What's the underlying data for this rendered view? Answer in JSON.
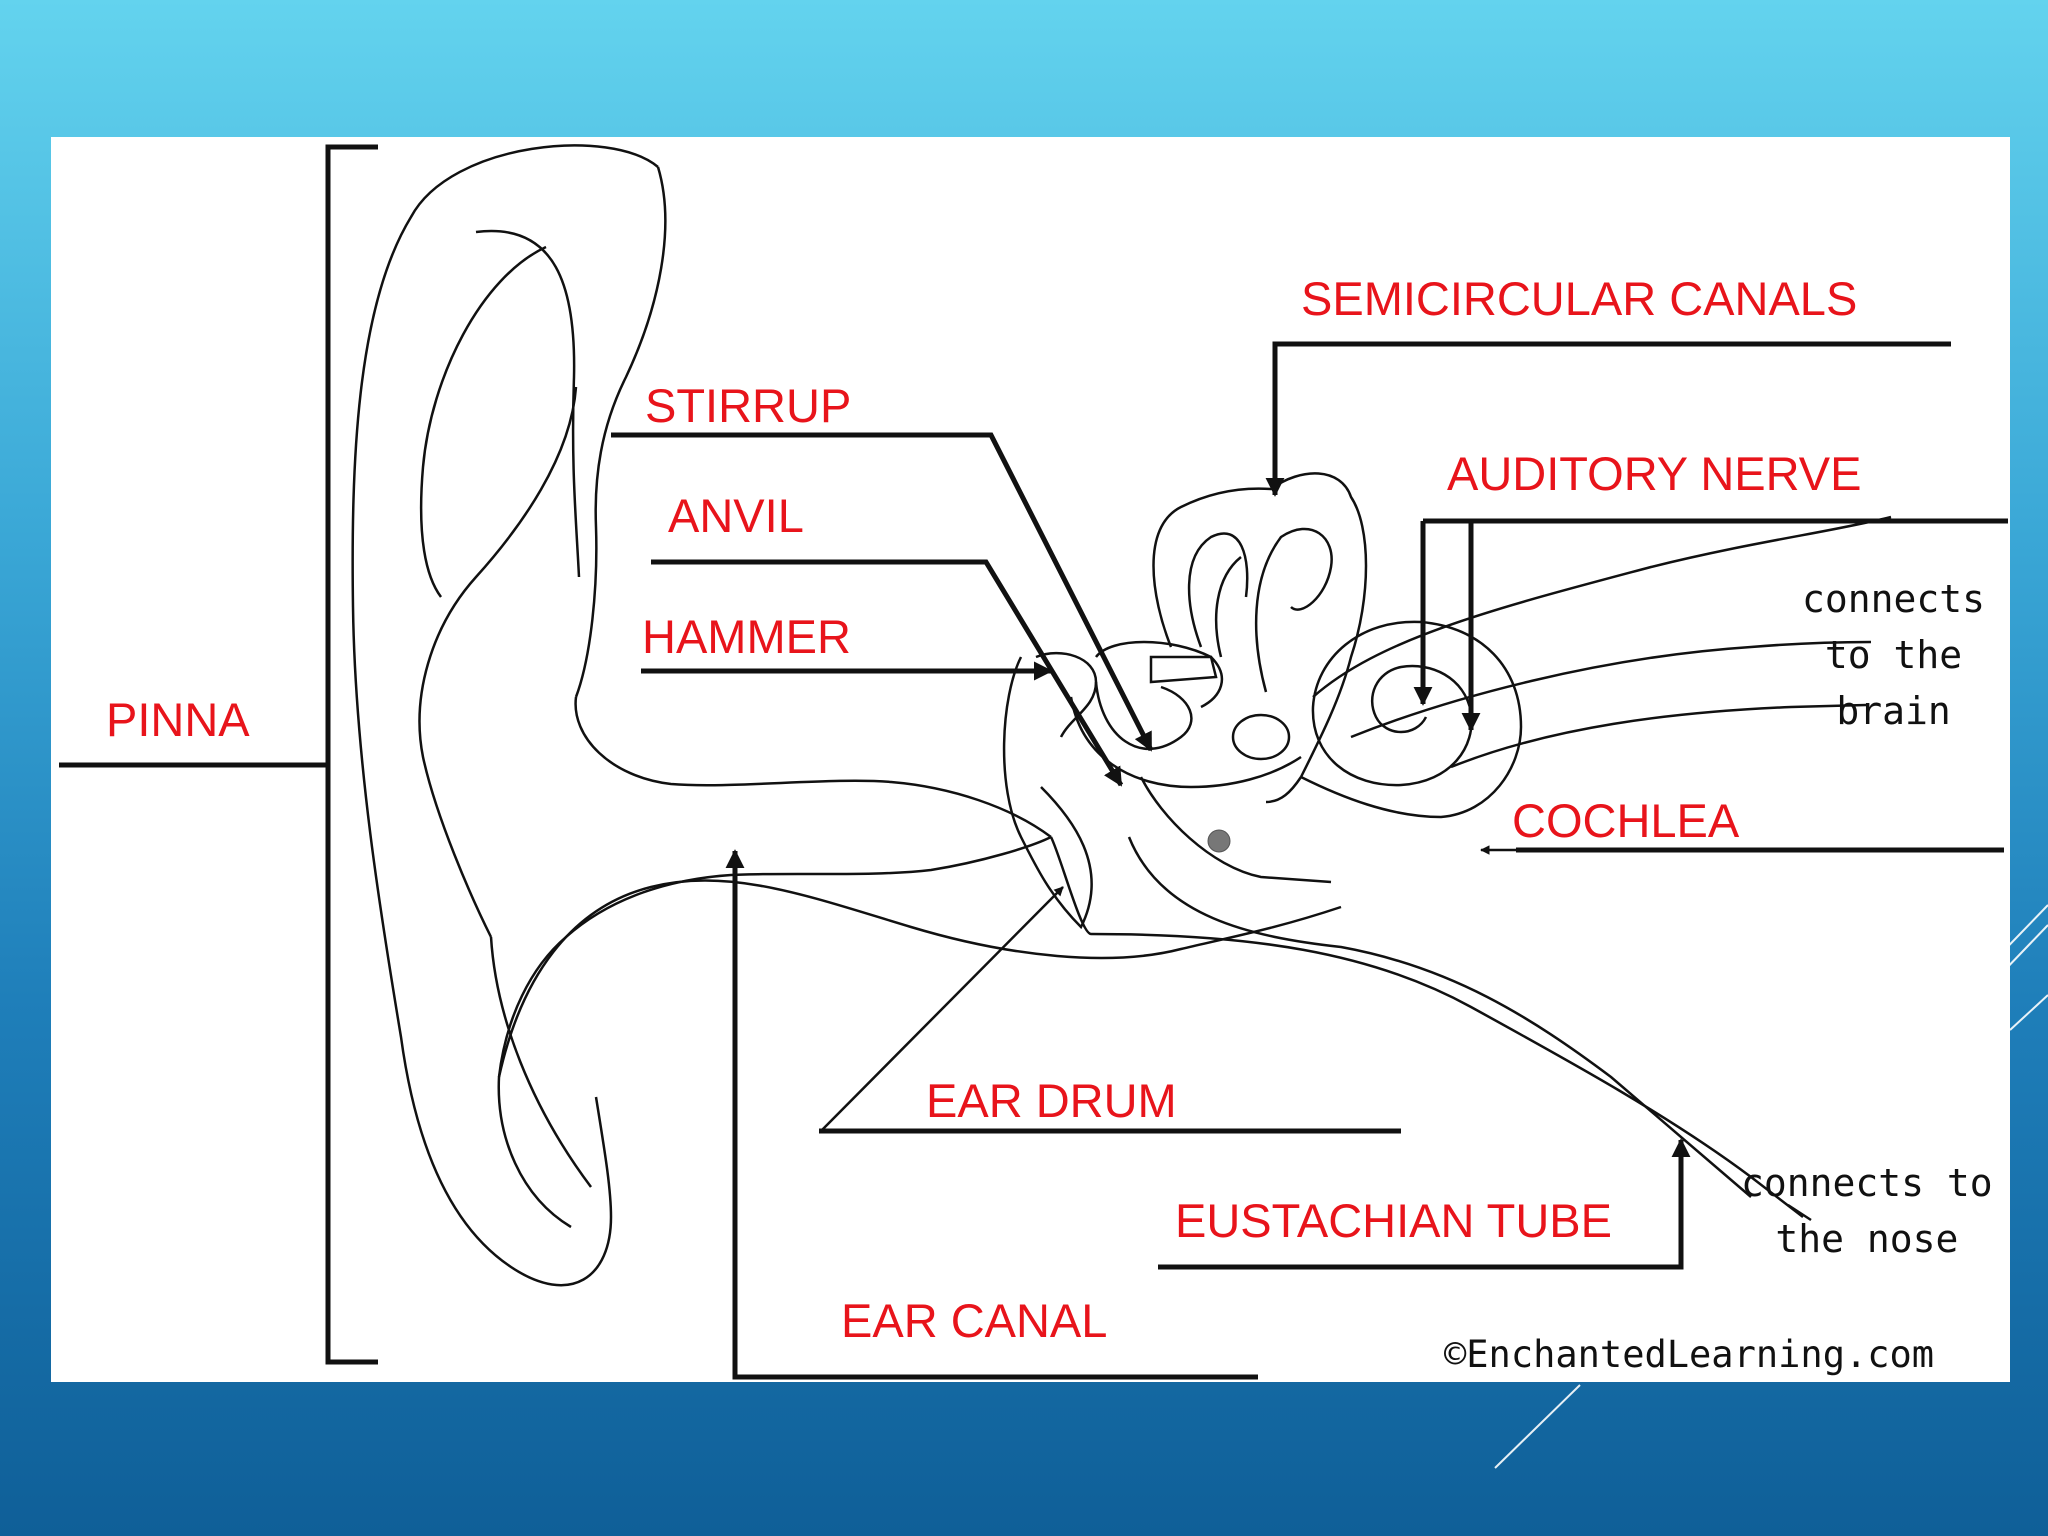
{
  "colors": {
    "label": "#e8141b",
    "line": "#111111",
    "panel": "#ffffff"
  },
  "labels": {
    "pinna": "PINNA",
    "stirrup": "STIRRUP",
    "anvil": "ANVIL",
    "hammer": "HAMMER",
    "semicircular_canals": "SEMICIRCULAR CANALS",
    "auditory_nerve": "AUDITORY NERVE",
    "cochlea": "COCHLEA",
    "ear_drum": "EAR DRUM",
    "eustachian_tube": "EUSTACHIAN TUBE",
    "ear_canal": "EAR CANAL"
  },
  "notes": {
    "brain": [
      "connects",
      "to the",
      "brain"
    ],
    "nose": [
      "connects to",
      "the nose"
    ]
  },
  "copyright": "©EnchantedLearning.com"
}
